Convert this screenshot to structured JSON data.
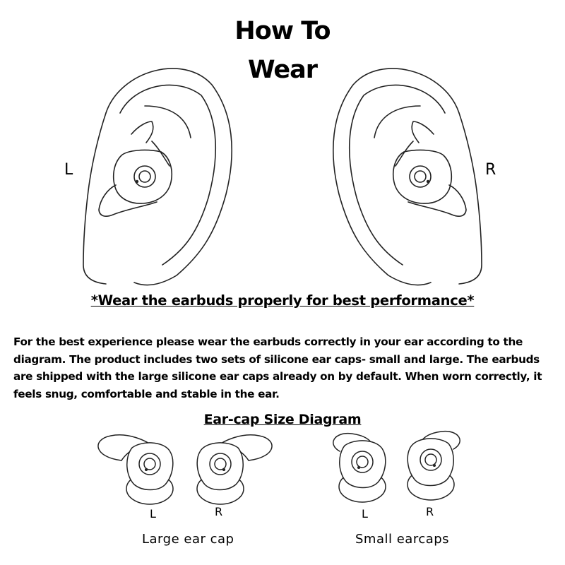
{
  "title": {
    "line1": "How To",
    "line2": "Wear"
  },
  "ear_labels": {
    "left": "L",
    "right": "R"
  },
  "tagline": "*Wear the earbuds properly for best performance*",
  "instructions": "For the best experience please wear the earbuds correctly in your ear according to the diagram. The product includes two sets of silicone ear caps- small and large. The earbuds are shipped with the large silicone ear caps already on by default. When worn correctly, it feels snug, comfortable and stable in the ear.",
  "ear_cap_diagram": {
    "heading": "Ear-cap Size Diagram",
    "groups": [
      {
        "caption": "Large ear cap",
        "left_label": "L",
        "right_label": "R"
      },
      {
        "caption": "Small earcaps",
        "left_label": "L",
        "right_label": "R"
      }
    ]
  }
}
